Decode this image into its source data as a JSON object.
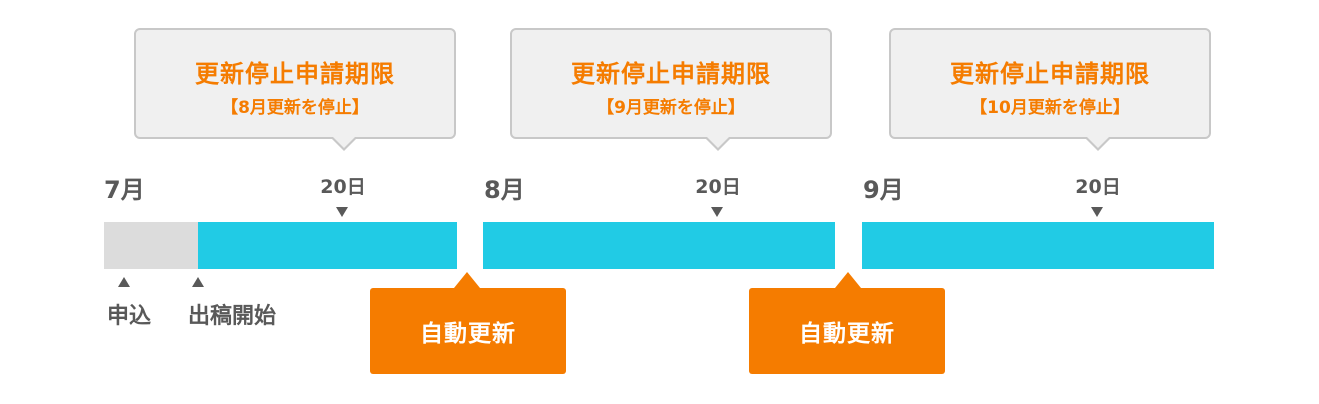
{
  "callouts": [
    {
      "title": "更新停止申請期限",
      "sub": "【8月更新を停止】"
    },
    {
      "title": "更新停止申請期限",
      "sub": "【9月更新を停止】"
    },
    {
      "title": "更新停止申請期限",
      "sub": "【10月更新を停止】"
    }
  ],
  "months": [
    "7月",
    "8月",
    "9月"
  ],
  "days": [
    "20日",
    "20日",
    "20日"
  ],
  "markers": {
    "apply": "申込",
    "start": "出稿開始"
  },
  "renewals": [
    "自動更新",
    "自動更新"
  ],
  "colors": {
    "accent": "#f57c00",
    "bar": "#21cbe5",
    "pre_period": "#dcdcdc",
    "text": "#595959"
  }
}
